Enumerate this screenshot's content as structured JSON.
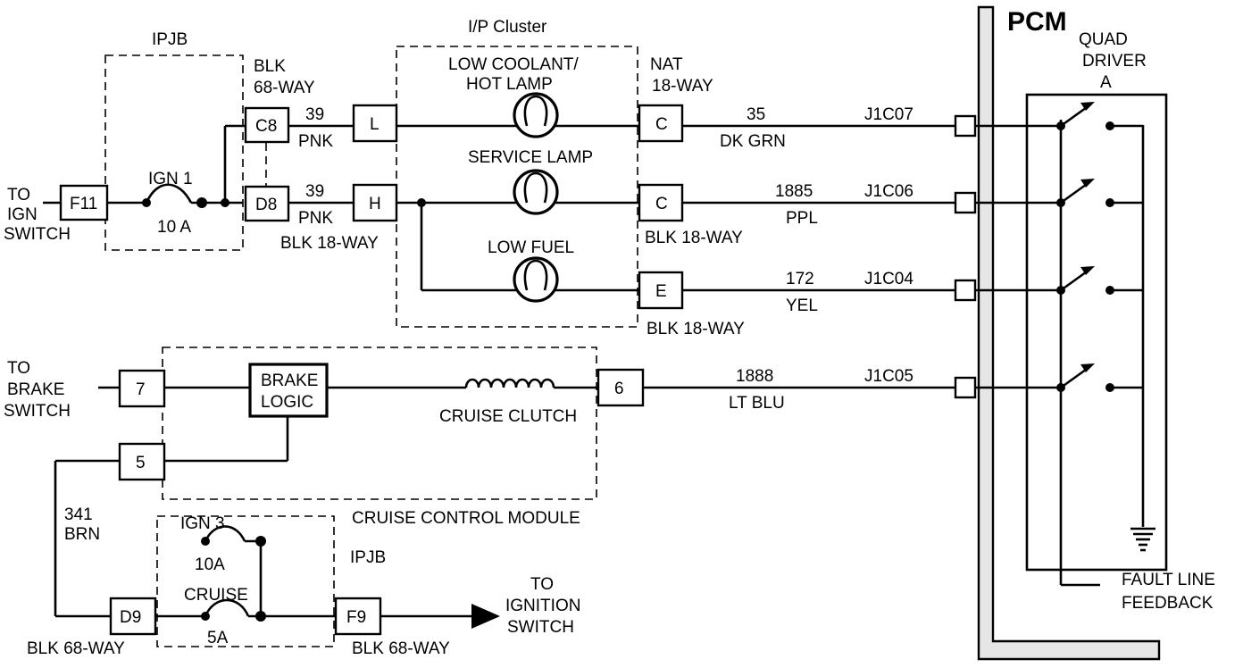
{
  "left": {
    "to_ign_switch": [
      "TO",
      "IGN",
      "SWITCH"
    ],
    "to_brake_switch": [
      "TO",
      "BRAKE",
      "SWITCH"
    ]
  },
  "ipjb_top": {
    "title": "IPJB",
    "connector_f11": "F11",
    "fuse_name": "IGN 1",
    "fuse_rating": "10 A",
    "connector_c8": "C8",
    "connector_d8": "D8",
    "connector_label": [
      "BLK",
      "68-WAY"
    ]
  },
  "wires_top": {
    "wire1_num": "39",
    "wire1_color": "PNK",
    "wire2_num": "39",
    "wire2_color": "PNK",
    "blk18": "BLK 18-WAY"
  },
  "cluster": {
    "title": "I/P Cluster",
    "pin_l": "L",
    "pin_h": "H",
    "lamp1": [
      "LOW COOLANT/",
      "HOT LAMP"
    ],
    "lamp2": "SERVICE LAMP",
    "lamp3": "LOW FUEL",
    "pin_c1": "C",
    "pin_c2": "C",
    "pin_e": "E",
    "nat_label": [
      "NAT",
      "18-WAY"
    ],
    "blk_label_c2": "BLK 18-WAY",
    "blk_label_e": "BLK 18-WAY"
  },
  "wires_right": [
    {
      "num": "35",
      "color": "DK GRN",
      "pin": "J1C07"
    },
    {
      "num": "1885",
      "color": "PPL",
      "pin": "J1C06"
    },
    {
      "num": "172",
      "color": "YEL",
      "pin": "J1C04"
    },
    {
      "num": "1888",
      "color": "LT BLU",
      "pin": "J1C05"
    }
  ],
  "pcm": {
    "title": "PCM",
    "quad_driver": [
      "QUAD",
      "DRIVER",
      "A"
    ],
    "fault_line": [
      "FAULT LINE",
      "FEEDBACK"
    ]
  },
  "cruise": {
    "pin_7": "7",
    "brake_logic": [
      "BRAKE",
      "LOGIC"
    ],
    "clutch_label": "CRUISE CLUTCH",
    "pin_6": "6",
    "pin_5": "5",
    "module_label": "CRUISE CONTROL MODULE"
  },
  "bottom": {
    "wire_num": "341",
    "wire_color": "BRN",
    "ipjb_label": "IPJB",
    "fuse_ign3": "IGN 3",
    "fuse_ign3_rating": "10A",
    "fuse_cruise": "CRUISE",
    "fuse_cruise_rating": "5A",
    "connector_d9": "D9",
    "connector_f9": "F9",
    "blk68_left": "BLK 68-WAY",
    "blk68_right": "BLK 68-WAY",
    "to_ignition": [
      "TO",
      "IGNITION",
      "SWITCH"
    ]
  }
}
